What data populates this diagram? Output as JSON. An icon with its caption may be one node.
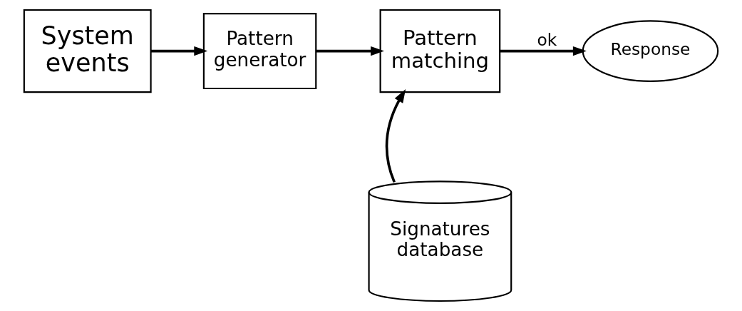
{
  "diagram": {
    "nodes": [
      {
        "text": [
          "System events"
        ]
      },
      {
        "text": [
          "Pattern generator"
        ]
      },
      {
        "text": [
          "Pattern matching"
        ]
      },
      {
        "text": [
          "Response"
        ]
      },
      {
        "text": [
          "Signatures database"
        ]
      }
    ],
    "edges": [
      {
        "from": 0,
        "to": 1,
        "arrow": "to"
      },
      {
        "from": 1,
        "to": 2,
        "arrow": "to"
      },
      {
        "from": 2,
        "to": 3,
        "arrow": "to",
        "label": "ok"
      },
      {
        "from": 4,
        "to": 2,
        "arrow": "to"
      }
    ]
  }
}
